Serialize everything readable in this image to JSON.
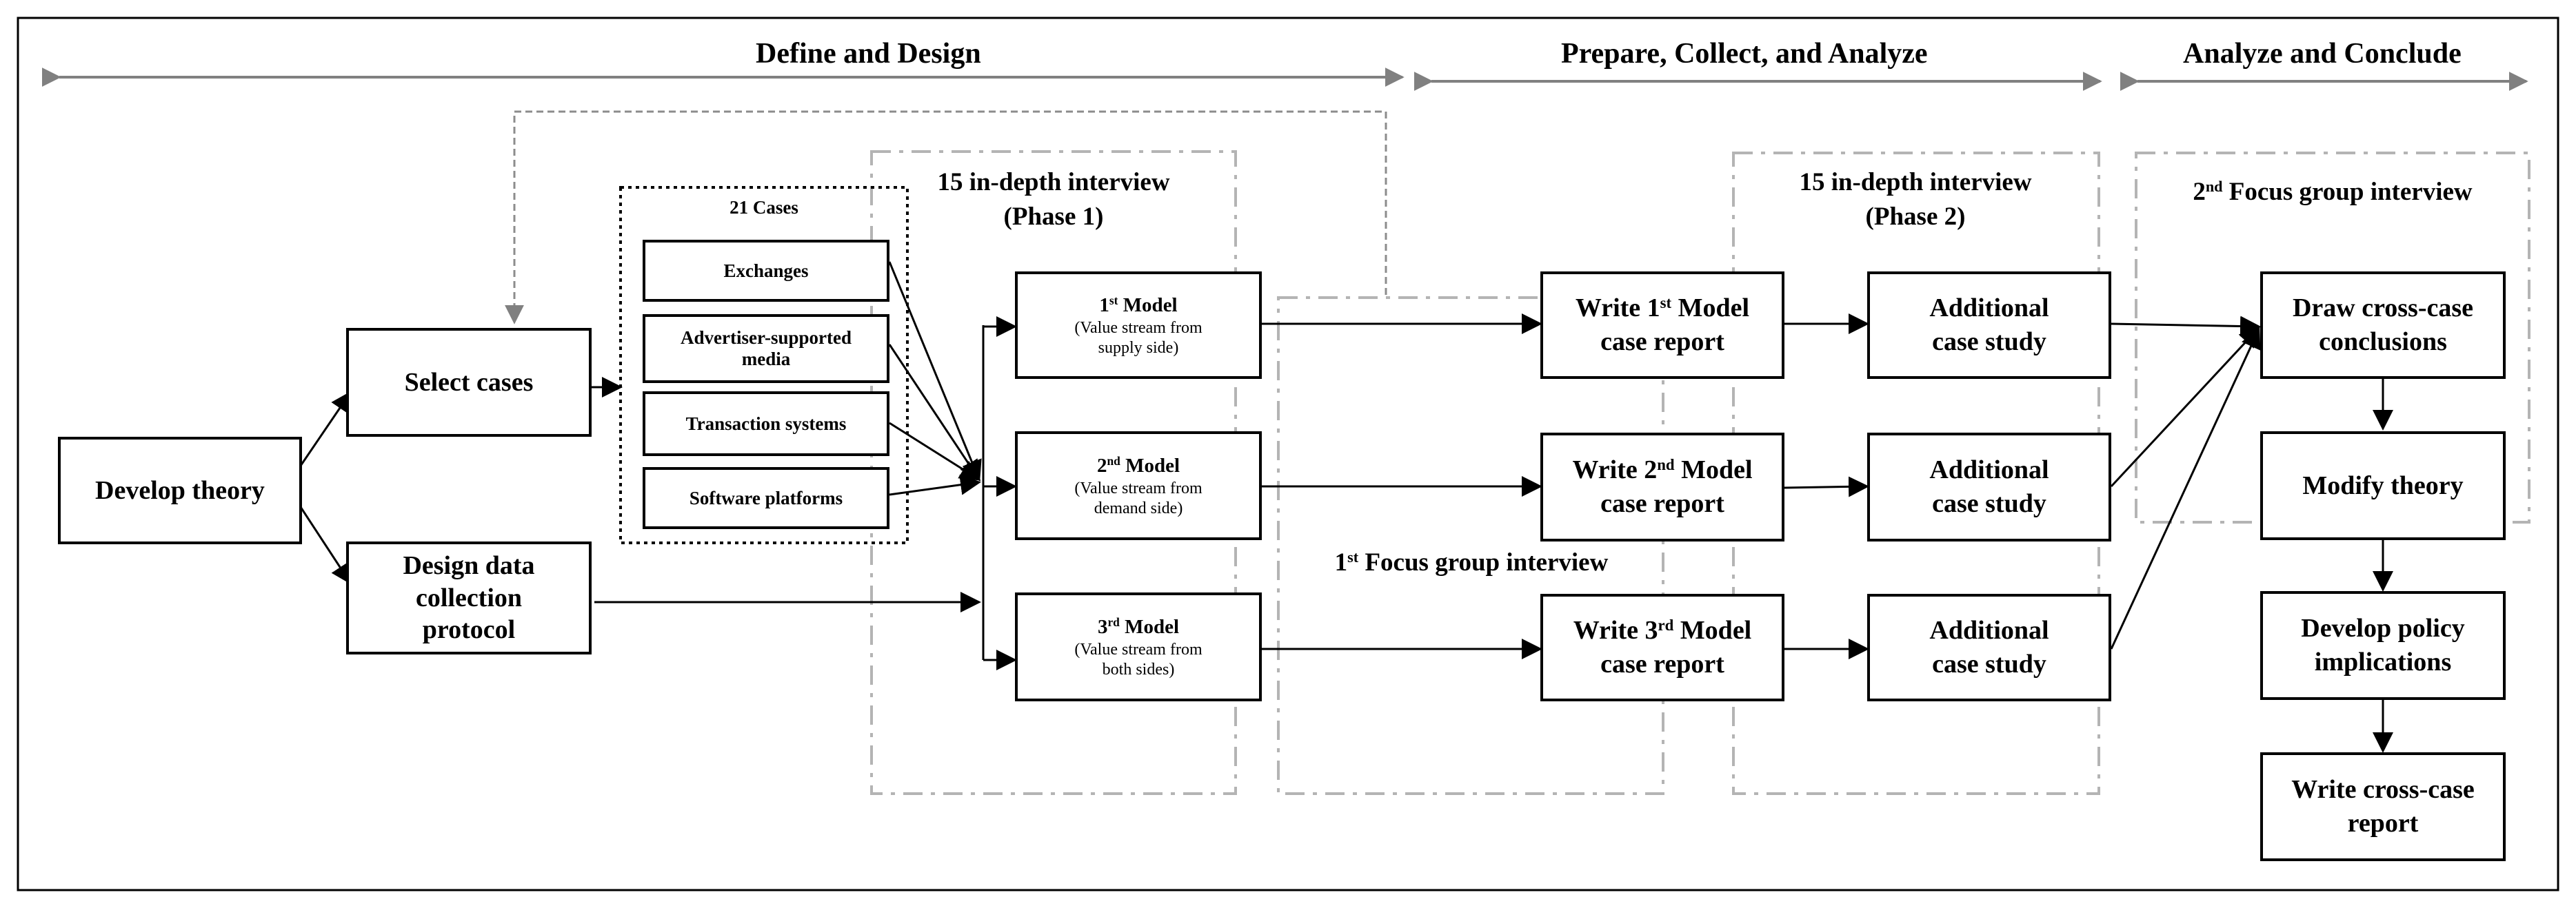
{
  "phases": {
    "define": "Define and Design",
    "prepare": "Prepare, Collect, and Analyze",
    "conclude": "Analyze and Conclude"
  },
  "regions": {
    "interview1_line1": "15 in-depth interview",
    "interview1_line2": "(Phase 1)",
    "interview2_line1": "15 in-depth interview",
    "interview2_line2": "(Phase 2)",
    "focus1_pre": "1",
    "focus1_sup": "st",
    "focus1_post": " Focus group interview",
    "focus2_pre": "2",
    "focus2_sup": "nd",
    "focus2_post": " Focus group interview"
  },
  "boxes": {
    "develop_theory": "Develop theory",
    "select_cases": "Select cases",
    "design_line1": "Design data",
    "design_line2": "collection",
    "design_line3": "protocol"
  },
  "cases": {
    "title": "21 Cases",
    "exchanges": "Exchanges",
    "advertiser_line1": "Advertiser-supported",
    "advertiser_line2": "media",
    "transaction": "Transaction systems",
    "software": "Software platforms"
  },
  "models": [
    {
      "num": "1",
      "sup": "st",
      "word": " Model",
      "desc1": "(Value stream from",
      "desc2": "supply  side)"
    },
    {
      "num": "2",
      "sup": "nd",
      "word": " Model",
      "desc1": "(Value stream from",
      "desc2": "demand side)"
    },
    {
      "num": "3",
      "sup": "rd",
      "word": " Model",
      "desc1": "(Value stream from",
      "desc2": "both sides)"
    }
  ],
  "reports": [
    {
      "pre": "Write 1",
      "sup": "st",
      "post": " Model",
      "line2": "case report"
    },
    {
      "pre": "Write 2",
      "sup": "nd",
      "post": " Model",
      "line2": "case report"
    },
    {
      "pre": "Write 3",
      "sup": "rd",
      "post": " Model",
      "line2": "case report"
    }
  ],
  "additional": [
    {
      "line1": "Additional",
      "line2": "case study"
    },
    {
      "line1": "Additional",
      "line2": "case study"
    },
    {
      "line1": "Additional",
      "line2": "case study"
    }
  ],
  "conclusion": {
    "draw_line1": "Draw cross-case",
    "draw_line2": "conclusions",
    "modify": "Modify theory",
    "policy_line1": "Develop policy",
    "policy_line2": "implications",
    "write_line1": "Write cross-case",
    "write_line2": "report"
  },
  "colors": {
    "phase_arrow": "#7f7f7f",
    "dash_border": "#b4b4b4",
    "box_border": "#000000"
  }
}
